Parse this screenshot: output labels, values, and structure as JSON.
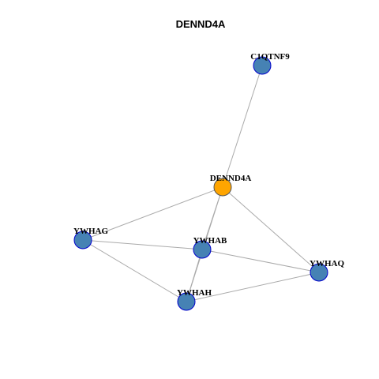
{
  "title": "DENND4A",
  "colors": {
    "hub_fill": "#FFA500",
    "node_fill": "#4682B4",
    "node_stroke": "#0000CD",
    "hub_stroke": "#555555",
    "edge": "#AAAAAA"
  },
  "nodes": [
    {
      "id": "C1QTNF9",
      "label": "C1QTNF9",
      "hub": false
    },
    {
      "id": "DENND4A",
      "label": "DENND4A",
      "hub": true
    },
    {
      "id": "YWHAG",
      "label": "YWHAG",
      "hub": false
    },
    {
      "id": "YWHAB",
      "label": "YWHAB",
      "hub": false
    },
    {
      "id": "YWHAQ",
      "label": "YWHAQ",
      "hub": false
    },
    {
      "id": "YWHAH",
      "label": "YWHAH",
      "hub": false
    }
  ],
  "edges": [
    [
      "C1QTNF9",
      "DENND4A"
    ],
    [
      "DENND4A",
      "YWHAG"
    ],
    [
      "DENND4A",
      "YWHAB"
    ],
    [
      "DENND4A",
      "YWHAH"
    ],
    [
      "DENND4A",
      "YWHAQ"
    ],
    [
      "YWHAG",
      "YWHAB"
    ],
    [
      "YWHAG",
      "YWHAH"
    ],
    [
      "YWHAB",
      "YWHAQ"
    ],
    [
      "YWHAB",
      "YWHAH"
    ],
    [
      "YWHAH",
      "YWHAQ"
    ]
  ]
}
